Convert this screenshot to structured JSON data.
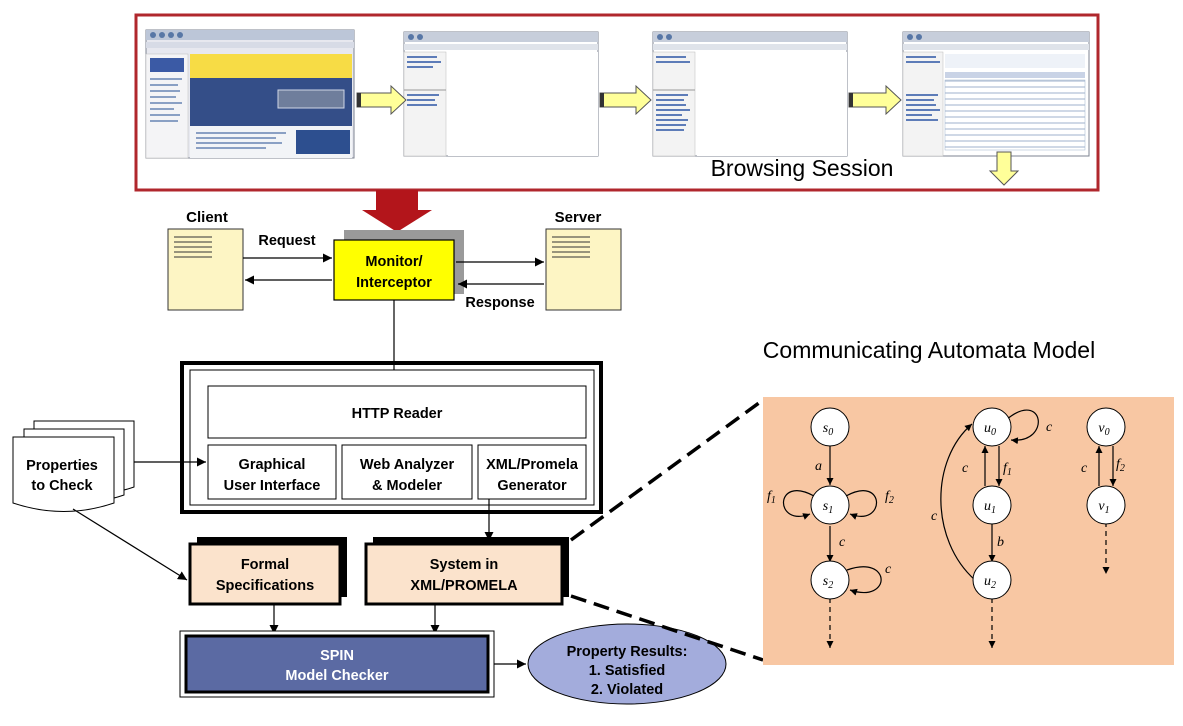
{
  "browsing_session": {
    "title": "Browsing Session"
  },
  "client_label": "Client",
  "server_label": "Server",
  "request_label": "Request",
  "response_label": "Response",
  "monitor": {
    "line1": "Monitor/",
    "line2": "Interceptor"
  },
  "tool": {
    "http_reader": "HTTP Reader",
    "gui": {
      "line1": "Graphical",
      "line2": "User Interface"
    },
    "analyzer": {
      "line1": "Web Analyzer",
      "line2": "& Modeler"
    },
    "generator": {
      "line1": "XML/Promela",
      "line2": "Generator"
    }
  },
  "properties": {
    "line1": "Properties",
    "line2": "to Check"
  },
  "formal_specs": {
    "line1": "Formal",
    "line2": "Specifications"
  },
  "system_xml": {
    "line1": "System in",
    "line2": "XML/PROMELA"
  },
  "spin": {
    "line1": "SPIN",
    "line2": "Model Checker"
  },
  "results": {
    "line1": "Property Results:",
    "line2": "1. Satisfied",
    "line3": "2. Violated"
  },
  "automata": {
    "title": "Communicating Automata Model",
    "states": {
      "s0": "s",
      "s1": "s",
      "s2": "s",
      "u0": "u",
      "u1": "u",
      "u2": "u",
      "v0": "v",
      "v1": "v"
    },
    "state_subscripts": {
      "s0": "0",
      "s1": "1",
      "s2": "2",
      "u0": "0",
      "u1": "1",
      "u2": "2",
      "v0": "0",
      "v1": "1"
    },
    "edge_labels": {
      "s0_s1": "a",
      "s1_loop_left": "f",
      "s1_loop_left_sub": "1",
      "s1_loop_right": "f",
      "s1_loop_right_sub": "2",
      "s1_s2": "c",
      "s2_loop": "c",
      "u0_loop": "c",
      "u1_u0": "c",
      "u0_u1": "f",
      "u0_u1_sub": "1",
      "u1_u2": "b",
      "u2_u0": "c",
      "v1_v0": "c",
      "v0_v1": "f",
      "v0_v1_sub": "2"
    }
  },
  "colors": {
    "session_border": "#b0272d",
    "monitor_fill": "#ffff00",
    "server_fill": "#fdf5c4",
    "spec_fill": "#fbe3cc",
    "spin_fill": "#5b6aa3",
    "results_fill": "#a3acdc",
    "automata_bg": "#f8c7a3",
    "arrow_yellow": "#ffff99",
    "arrow_red": "#b3151b"
  }
}
